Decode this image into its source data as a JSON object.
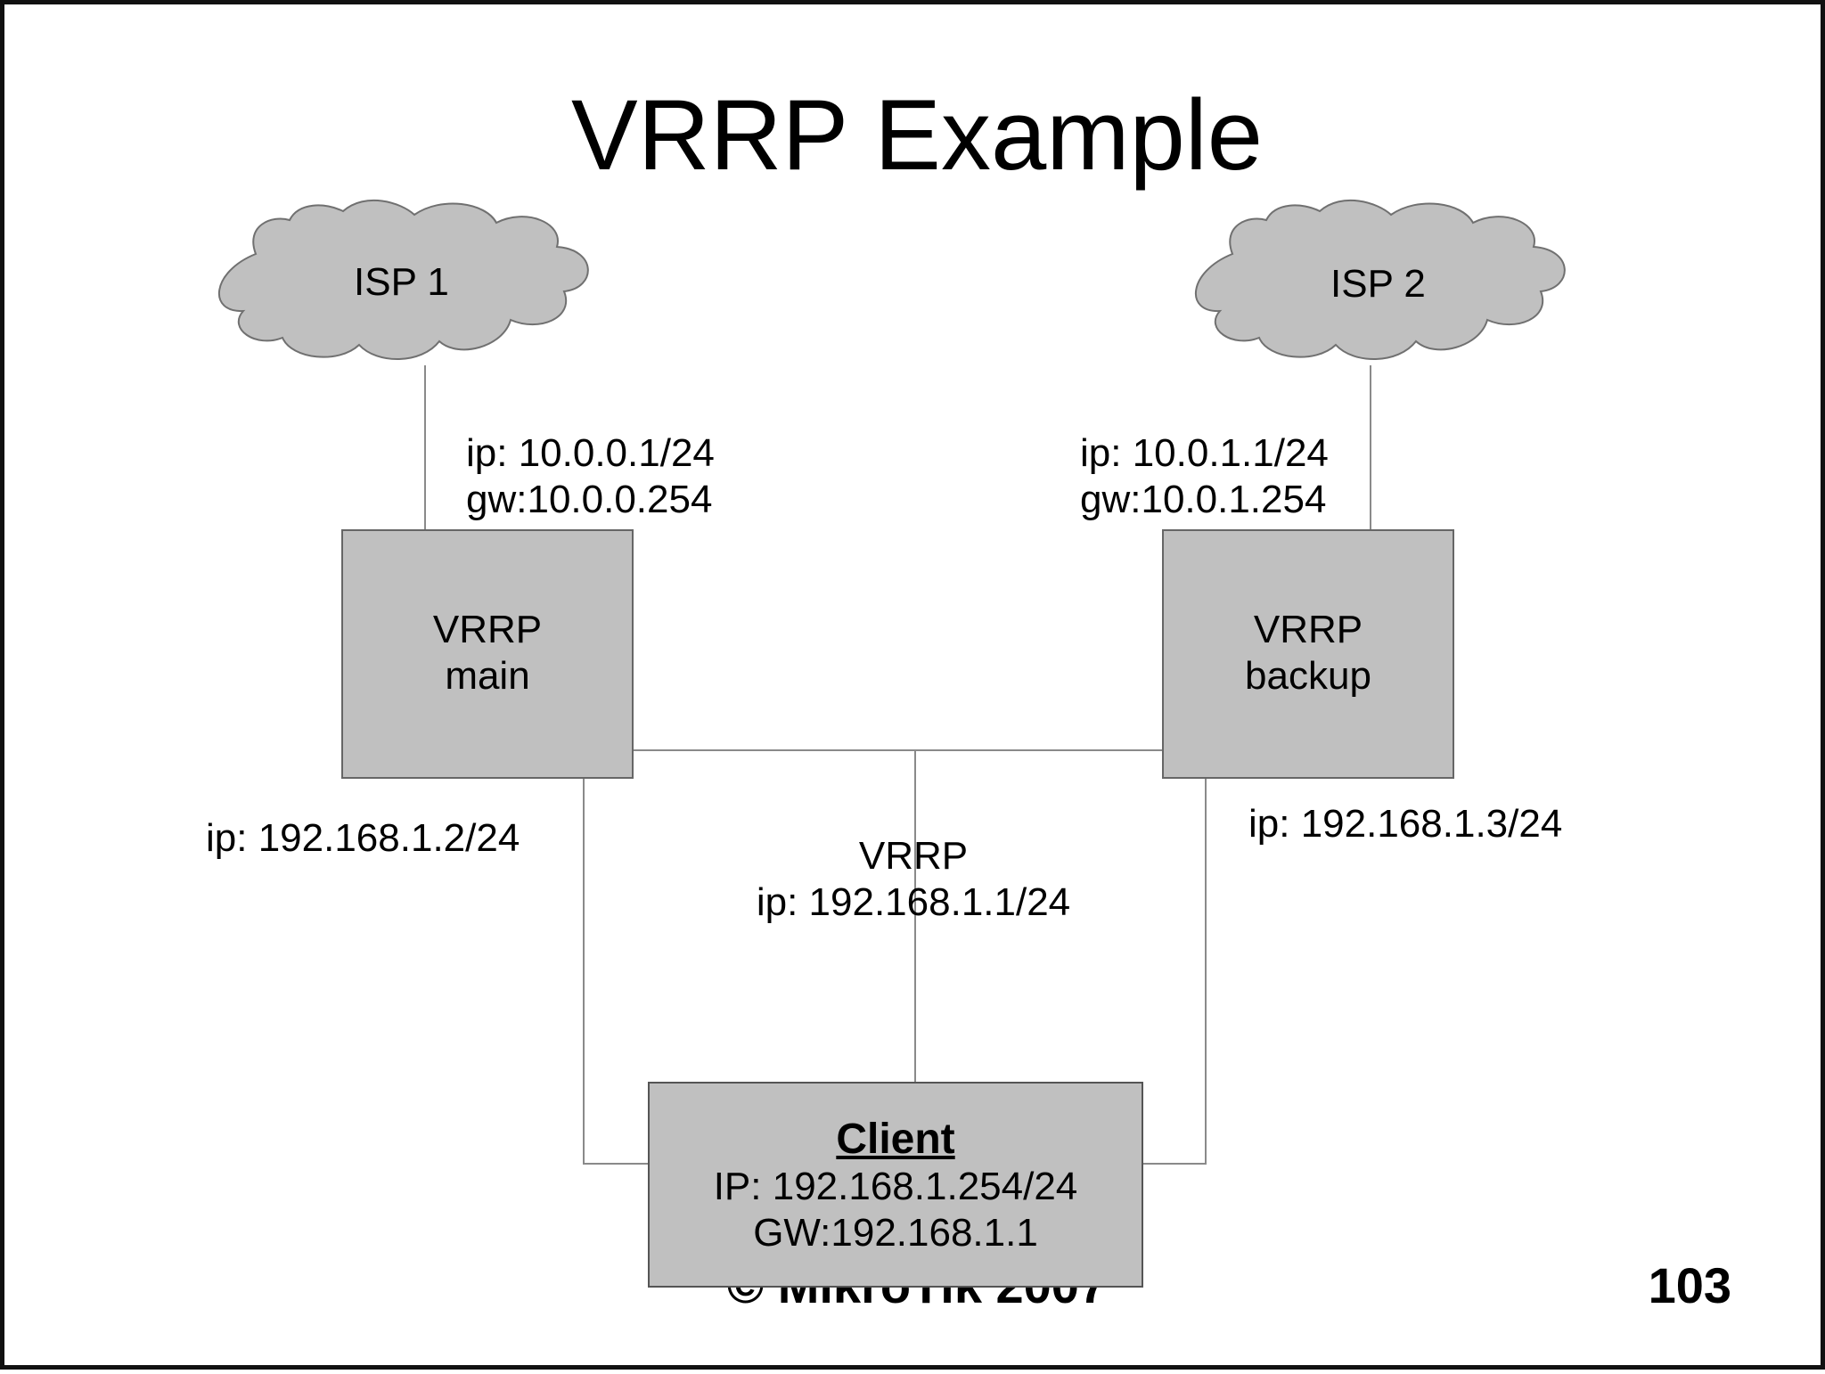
{
  "slide": {
    "title": "VRRP Example",
    "footer": "© MikroTik 2007",
    "page_number": "103"
  },
  "clouds": {
    "isp1": "ISP 1",
    "isp2": "ISP 2"
  },
  "routers": {
    "main": {
      "line1": "VRRP",
      "line2": "main",
      "wan_ip": "ip:  10.0.0.1/24",
      "wan_gw": "gw:10.0.0.254",
      "lan_ip": "ip:  192.168.1.2/24"
    },
    "backup": {
      "line1": "VRRP",
      "line2": "backup",
      "wan_ip": "ip:  10.0.1.1/24",
      "wan_gw": "gw:10.0.1.254",
      "lan_ip": "ip:  192.168.1.3/24"
    }
  },
  "vrrp": {
    "line1": "VRRP",
    "line2": "ip: 192.168.1.1/24"
  },
  "client": {
    "title": "Client",
    "ip": "IP: 192.168.1.254/24",
    "gw": "GW:192.168.1.1"
  },
  "colors": {
    "box_fill": "#c0c0c0",
    "line": "#888888",
    "border": "#111111"
  }
}
